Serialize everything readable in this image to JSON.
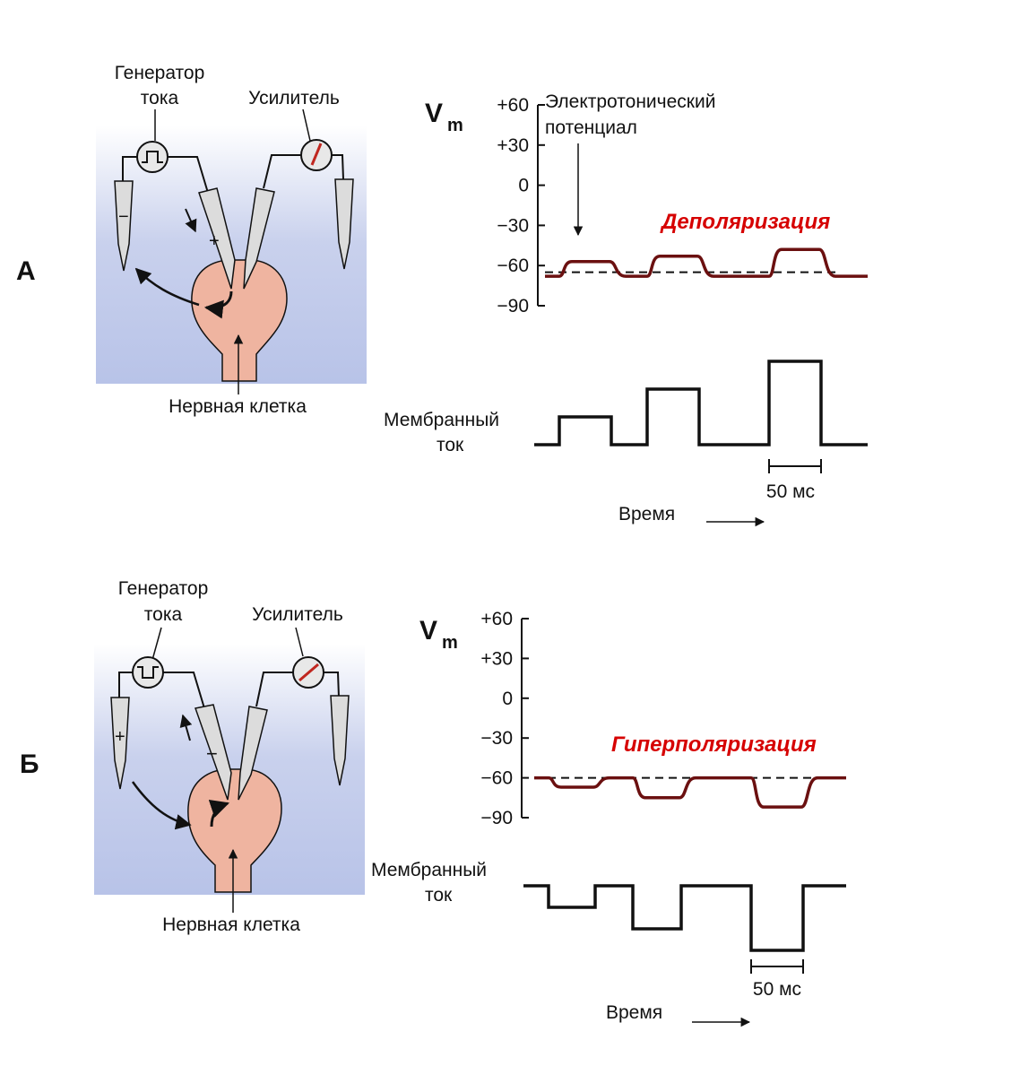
{
  "panels": [
    {
      "id": "A",
      "letter": "А",
      "generator_label": [
        "Генератор",
        "тока"
      ],
      "amplifier_label": "Усилитель",
      "cell_label": "Нервная клетка",
      "electrode_left_sign": "−",
      "electrode_stim_sign": "+",
      "pulse_polarity": "positive",
      "vm_symbol": "V",
      "vm_subscript": "m",
      "y_ticks": [
        "+60",
        "+30",
        "0",
        "−30",
        "−60",
        "−90"
      ],
      "annotation": [
        "Электротонический",
        "потенциал"
      ],
      "state_label": "Деполяризация",
      "current_label": [
        "Мембранный",
        "ток"
      ],
      "scale_label": "50 мс",
      "time_label": "Время",
      "chart_data": {
        "type": "line",
        "ylim": [
          -90,
          60
        ],
        "resting_mv": -65,
        "trace_color": "#6b1010",
        "pulses": [
          {
            "amplitude": 1,
            "vm_peak": -57
          },
          {
            "amplitude": 2,
            "vm_peak": -53
          },
          {
            "amplitude": 3,
            "vm_peak": -48
          }
        ]
      }
    },
    {
      "id": "B",
      "letter": "Б",
      "generator_label": [
        "Генератор",
        "тока"
      ],
      "amplifier_label": "Усилитель",
      "cell_label": "Нервная клетка",
      "electrode_left_sign": "+",
      "electrode_stim_sign": "−",
      "pulse_polarity": "negative",
      "vm_symbol": "V",
      "vm_subscript": "m",
      "y_ticks": [
        "+60",
        "+30",
        "0",
        "−30",
        "−60",
        "−90"
      ],
      "annotation": [],
      "state_label": "Гиперполяризация",
      "current_label": [
        "Мембранный",
        "ток"
      ],
      "scale_label": "50 мс",
      "time_label": "Время",
      "chart_data": {
        "type": "line",
        "ylim": [
          -90,
          60
        ],
        "resting_mv": -60,
        "trace_color": "#6b1010",
        "pulses": [
          {
            "amplitude": -1,
            "vm_peak": -67
          },
          {
            "amplitude": -2,
            "vm_peak": -75
          },
          {
            "amplitude": -3,
            "vm_peak": -82
          }
        ]
      }
    }
  ],
  "colors": {
    "background_panel": "#c7d0ec",
    "cell_fill": "#efb4a0",
    "electrode_fill": "#dcdcdc",
    "ink": "#111111",
    "state_text": "#d60000",
    "trace": "#6b1010"
  }
}
